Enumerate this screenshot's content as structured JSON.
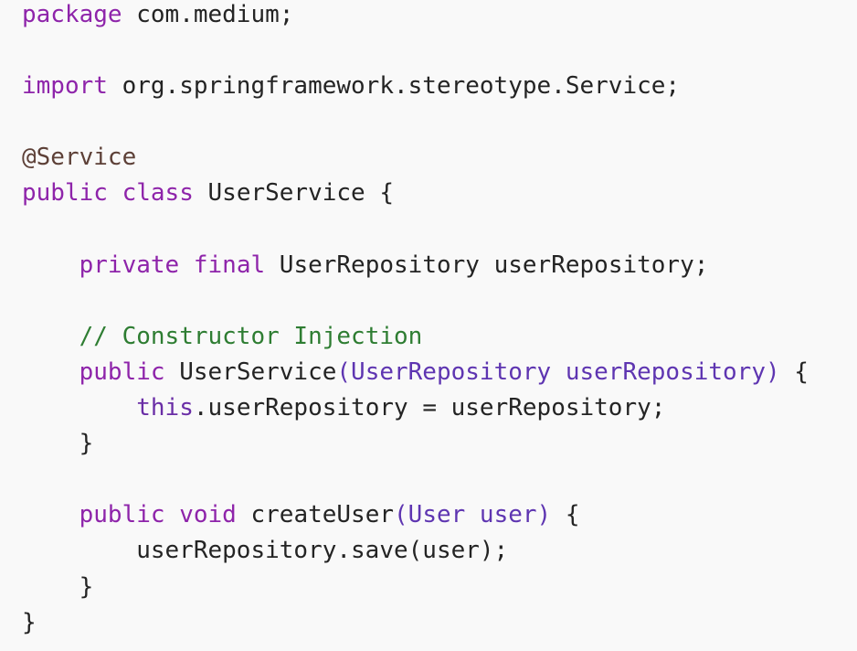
{
  "code": {
    "language": "java",
    "lines": [
      [
        {
          "t": "kw",
          "v": "package"
        },
        {
          "t": "txt",
          "v": " com.medium;"
        }
      ],
      [],
      [
        {
          "t": "kw",
          "v": "import"
        },
        {
          "t": "txt",
          "v": " org.springframework.stereotype.Service;"
        }
      ],
      [],
      [
        {
          "t": "ann",
          "v": "@Service"
        }
      ],
      [
        {
          "t": "kw",
          "v": "public"
        },
        {
          "t": "txt",
          "v": " "
        },
        {
          "t": "kw",
          "v": "class"
        },
        {
          "t": "txt",
          "v": " UserService {"
        }
      ],
      [],
      [
        {
          "t": "txt",
          "v": "    "
        },
        {
          "t": "kw",
          "v": "private"
        },
        {
          "t": "txt",
          "v": " "
        },
        {
          "t": "kw",
          "v": "final"
        },
        {
          "t": "txt",
          "v": " UserRepository userRepository;"
        }
      ],
      [],
      [
        {
          "t": "txt",
          "v": "    "
        },
        {
          "t": "cm",
          "v": "// Constructor Injection"
        }
      ],
      [
        {
          "t": "txt",
          "v": "    "
        },
        {
          "t": "kw",
          "v": "public"
        },
        {
          "t": "txt",
          "v": " UserService"
        },
        {
          "t": "param",
          "v": "(UserRepository userRepository)"
        },
        {
          "t": "txt",
          "v": " {"
        }
      ],
      [
        {
          "t": "txt",
          "v": "        "
        },
        {
          "t": "kw2",
          "v": "this"
        },
        {
          "t": "txt",
          "v": ".userRepository = userRepository;"
        }
      ],
      [
        {
          "t": "txt",
          "v": "    }"
        }
      ],
      [],
      [
        {
          "t": "txt",
          "v": "    "
        },
        {
          "t": "kw",
          "v": "public"
        },
        {
          "t": "txt",
          "v": " "
        },
        {
          "t": "kw",
          "v": "void"
        },
        {
          "t": "txt",
          "v": " createUser"
        },
        {
          "t": "param",
          "v": "(User user)"
        },
        {
          "t": "txt",
          "v": " {"
        }
      ],
      [
        {
          "t": "txt",
          "v": "        userRepository.save(user);"
        }
      ],
      [
        {
          "t": "txt",
          "v": "    }"
        }
      ],
      [
        {
          "t": "txt",
          "v": "}"
        }
      ]
    ]
  }
}
